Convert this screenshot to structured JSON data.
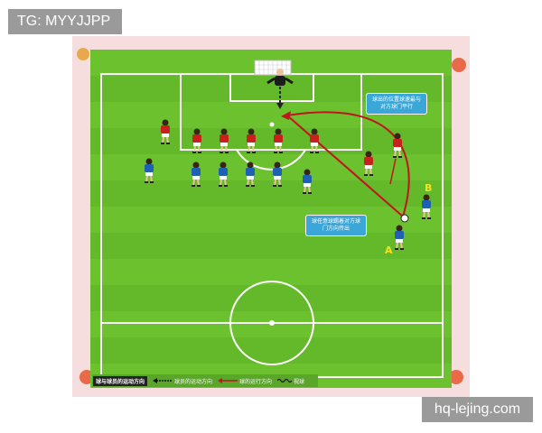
{
  "watermark_top": "TG: MYYJJPP",
  "watermark_bottom": "hq-lejing.com",
  "callouts": {
    "top": "球出的位置球速最与对方球门平行",
    "bottom": "球任意球踢着对方球门方向传出"
  },
  "player_labels": {
    "a": "A",
    "b": "B"
  },
  "legend": {
    "title": "球与球员的运动方向",
    "player_movement": "球员的运动方向",
    "ball_path": "球的运行方向",
    "dribble": "视球"
  },
  "colors": {
    "grass_light": "#78cc33",
    "grass_dark": "#5fb228",
    "red_team": "#c8201d",
    "blue_team": "#1f5fb4",
    "arrow_red": "#c0151c",
    "callout": "#3aa7d8"
  }
}
